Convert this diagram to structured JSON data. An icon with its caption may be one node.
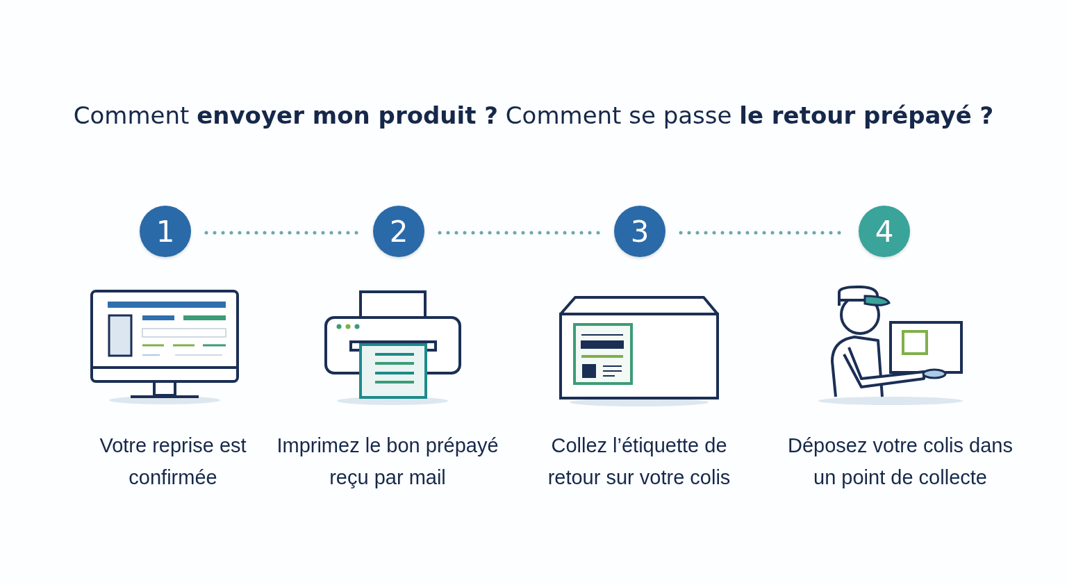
{
  "diagram": {
    "title": "Comment **envoyer mon produit ?** Comment se passe **le retour prépayé ?**",
    "nodes": [
      {
        "text": [
          "1"
        ]
      },
      {
        "text": [
          "2"
        ]
      },
      {
        "text": [
          "3"
        ]
      },
      {
        "text": [
          "4"
        ]
      }
    ],
    "edges": [
      {
        "from": 0,
        "to": 1,
        "arrow": "none",
        "style": "dashed"
      },
      {
        "from": 1,
        "to": 2,
        "arrow": "none",
        "style": "dashed"
      },
      {
        "from": 2,
        "to": 3,
        "arrow": "none",
        "style": "dashed",
        "color": "#6aa8b0"
      }
    ],
    "labels": [
      "Votre reprise est confirmée",
      "Imprimez le bon prépayé reçu par mail",
      "Collez l’étiquette de retour sur votre colis",
      "Déposez votre colis dans un point de collecte"
    ]
  }
}
